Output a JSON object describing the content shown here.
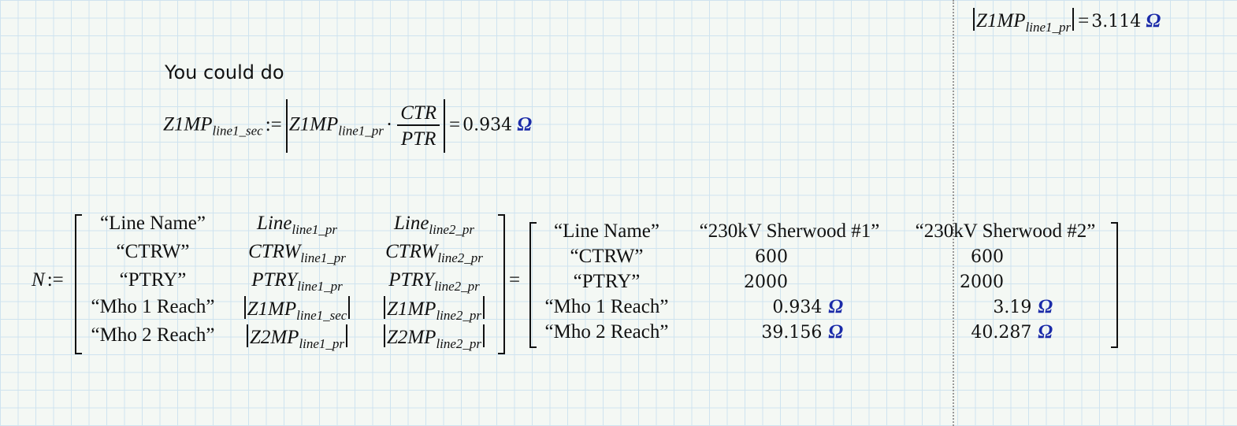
{
  "top_right": {
    "var": "Z1MP",
    "sub": "line1_pr",
    "eq": "=",
    "value": "3.114",
    "unit": "Ω"
  },
  "note": "You could do",
  "assignment": {
    "lhs_var": "Z1MP",
    "lhs_sub": "line1_sec",
    "assign_op": ":=",
    "rhs_var": "Z1MP",
    "rhs_sub": "line1_pr",
    "dot": "·",
    "num": "CTR",
    "den": "PTR",
    "eq": "=",
    "value": "0.934",
    "unit": "Ω"
  },
  "matrix": {
    "name": "N",
    "assign_op": ":=",
    "eq": "=",
    "left_rows": [
      [
        {
          "text": "“Line Name”"
        },
        {
          "var": "Line",
          "sub": "line1_pr"
        },
        {
          "var": "Line",
          "sub": "line2_pr"
        }
      ],
      [
        {
          "text": "“CTRW”"
        },
        {
          "var": "CTRW",
          "sub": "line1_pr"
        },
        {
          "var": "CTRW",
          "sub": "line2_pr"
        }
      ],
      [
        {
          "text": "“PTRY”"
        },
        {
          "var": "PTRY",
          "sub": "line1_pr"
        },
        {
          "var": "PTRY",
          "sub": "line2_pr"
        }
      ],
      [
        {
          "text": "“Mho 1 Reach”"
        },
        {
          "abs_var": "Z1MP",
          "sub": "line1_sec"
        },
        {
          "abs_var": "Z1MP",
          "sub": "line2_pr"
        }
      ],
      [
        {
          "text": "“Mho 2 Reach”"
        },
        {
          "abs_var": "Z2MP",
          "sub": "line1_pr"
        },
        {
          "abs_var": "Z2MP",
          "sub": "line2_pr"
        }
      ]
    ],
    "right_rows": [
      [
        "“Line Name”",
        "“230kV Sherwood #1”",
        "“230kV Sherwood #2”"
      ],
      [
        "“CTRW”",
        "600",
        "600"
      ],
      [
        "“PTRY”",
        "2000",
        "2000"
      ],
      [
        "“Mho 1 Reach”",
        "0.934",
        "3.19"
      ],
      [
        "“Mho 2 Reach”",
        "39.156",
        "40.287"
      ]
    ],
    "unit": "Ω"
  }
}
